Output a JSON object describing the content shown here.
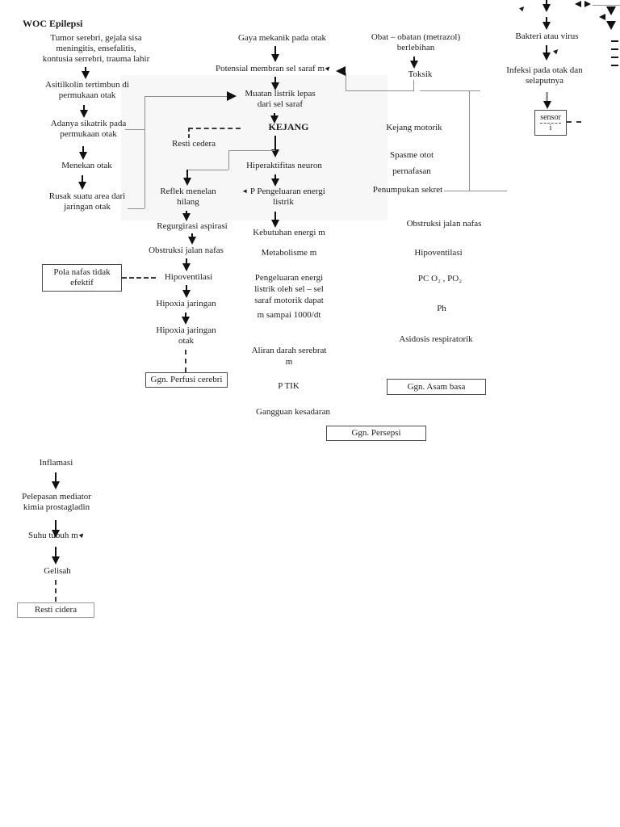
{
  "diagram": {
    "title": "WOC Epilepsi",
    "trauma_path": {
      "tumor": "Tumor serebri, gejala sisa\nmeningitis, ensefalitis,\nkontusia serrebri, trauma lahir",
      "asitilkolin": "Asitilkolin tertimbun di\npermukaan otak",
      "sikatrik": "Adanya sikatrik pada\npermukaan otak",
      "menekan": "Menekan otak",
      "rusak": "Rusak suatu area dari\njaringan otak"
    },
    "seizure_path": {
      "gaya": "Gaya mekanik pada otak",
      "potensial": "Potensial membran sel saraf m",
      "muatan": "Muatan listrik lepas\ndari sel saraf",
      "kejang": "KEJANG",
      "hiperaktifitas": "Hiperaktifitas neuron",
      "pengeluaran": "P Pengeluaran energi\nlistrik",
      "kebutuhan": "Kebutuhan energi m",
      "metabolisme": "Metabolisme m",
      "pengeluaran_sel": "Pengeluaran energi\nlistrik oleh sel – sel\nsaraf motorik dapat",
      "sampai": "m  sampai 1000/dt",
      "aliran": "Aliran darah serebrat\nm",
      "tik": "P  TIK",
      "kesadaran": "Gangguan kesadaran"
    },
    "resp_path": {
      "reflek": "Reflek menelan\nhilang",
      "regurgirasi": "Regurgirasi aspirasi",
      "obstruksi": "Obstruksi jalan nafas",
      "hipoventilasi": "Hipoventilasi",
      "hipoxia": "Hipoxia jaringan",
      "hipoxia_otak": "Hipoxia jaringan\notak"
    },
    "drug_path": {
      "obat": "Obat – obatan (metrazol)\nberlebihan",
      "toksik": "Toksik",
      "kejang_motorik": "Kejang motorik",
      "spasme": "Spasme otot\npernafasan",
      "penumpukan": "Penumpukan sekret",
      "obstruksi": "Obstruksi jalan nafas",
      "hipoventilasi": "Hipoventilasi",
      "pco2": "PC O₂ , PO₂",
      "ph": "Ph",
      "asidosis": "Asidosis respiratorik"
    },
    "infection_path": {
      "bakteri": "Bakteri atau virus",
      "infeksi": "Infeksi pada otak dan\nselaputnya",
      "sensor_line1": "sensor",
      "sensor_line2": "i"
    },
    "fever_path": {
      "inflamasi": "Inflamasi",
      "pelepasan": "Pelepasan mediator\nkimia prostagladin",
      "suhu": "Suhu tubuh m",
      "gelisah": "Gelisah"
    },
    "labels": {
      "resti_cedera": "Resti cedera"
    },
    "boxes": {
      "pola_nafas": "Pola nafas tidak\nefektif",
      "ggn_perfusi": "Ggn. Perfusi cerebri",
      "ggn_asam": "Ggn. Asam basa",
      "ggn_persepsi": "Ggn. Persepsi",
      "resti_cidera": "Resti cidera"
    },
    "icons": {
      "increase_arrow": "▲",
      "left_arrowhead": "◄"
    },
    "colors": {
      "line": "#8f8f8f",
      "arrow": "#111111",
      "text": "#1b1b1b",
      "background": "#ffffff"
    }
  }
}
